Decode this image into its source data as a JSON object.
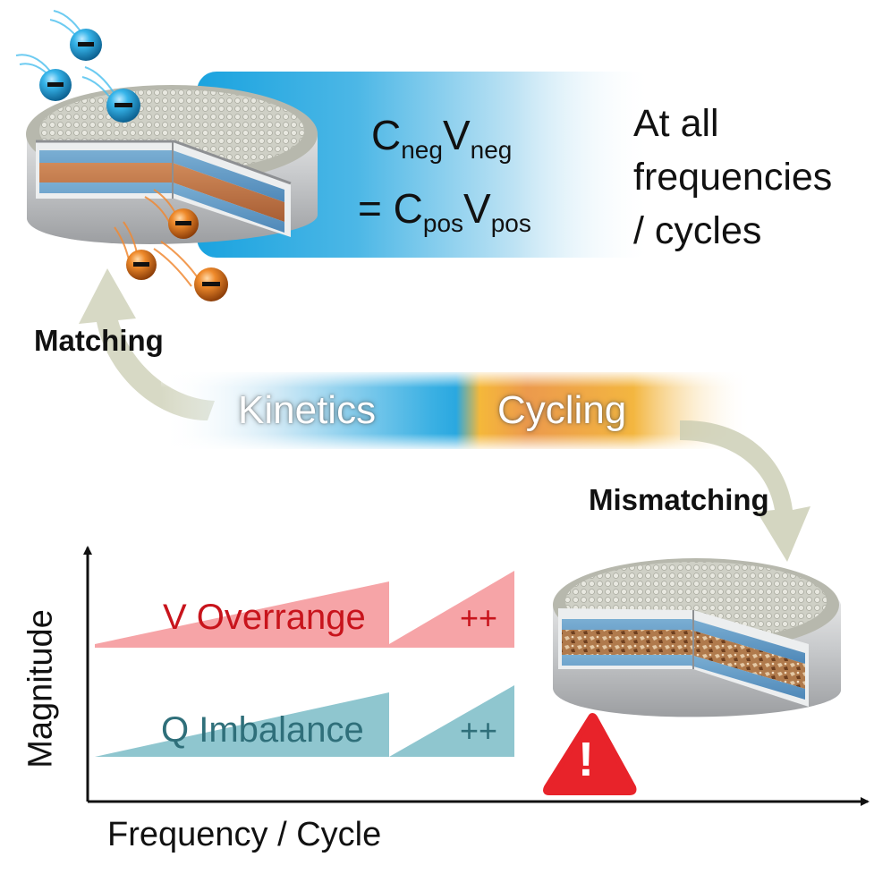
{
  "equation": {
    "line1": {
      "c": "C",
      "c_sub": "neg",
      "v": "V",
      "v_sub": "neg"
    },
    "line2": {
      "prefix": "= ",
      "c": "C",
      "c_sub": "pos",
      "v": "V",
      "v_sub": "pos"
    }
  },
  "side_note": [
    "At all",
    "frequencies",
    "/ cycles"
  ],
  "labels": {
    "matching": "Matching",
    "mismatching": "Mismatching"
  },
  "band": {
    "kinetics": "Kinetics",
    "cycling": "Cycling"
  },
  "plot": {
    "v_overrange": "V Overrange",
    "v_plus": "++",
    "q_imbalance": "Q Imbalance",
    "q_plus": "++",
    "x_label": "Frequency / Cycle",
    "y_label": "Magnitude"
  },
  "ions": {
    "negative_sign": "−"
  },
  "warning": {
    "symbol": "!"
  },
  "colors": {
    "blue_ion": "#1a9fd6",
    "orange_ion": "#e07a1f",
    "v_overrange_fill": "#f6a4a7",
    "v_overrange_text": "#c8141c",
    "q_imbalance_fill": "#8fc6cf",
    "q_imbalance_text": "#2f6f7a",
    "warning_red": "#e8232a",
    "arrow_gray": "#c9ccb2",
    "band_blue": "#29a9de",
    "band_orange": "#f0a12c"
  }
}
